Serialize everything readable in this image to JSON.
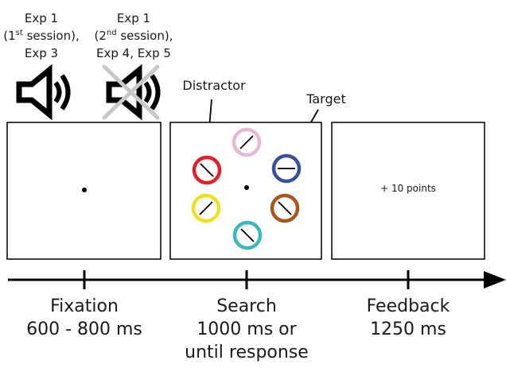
{
  "conditions": {
    "left": {
      "line1": "Exp 1",
      "line2_pre": "(1",
      "line2_sup": "st",
      "line2_post": " session),",
      "line3": "Exp 3",
      "icon": "speaker-on-icon"
    },
    "right": {
      "line1": "Exp 1",
      "line2_pre": "(2",
      "line2_sup": "nd",
      "line2_post": " session),",
      "line3": "Exp 4, Exp 5",
      "icon": "speaker-muted-icon"
    }
  },
  "annotations": {
    "distractor": "Distractor",
    "target": "Target"
  },
  "feedback_text": "+ 10 points",
  "search_colors": {
    "pink": "#e6b8d2",
    "red": "#e0202a",
    "blue": "#3a4f9e",
    "yellow": "#f0e020",
    "brown": "#a8561e",
    "cyan": "#3ab8bc"
  },
  "phases": [
    {
      "name": "Fixation",
      "duration": "600 - 800 ms",
      "duration2": ""
    },
    {
      "name": "Search",
      "duration": "1000 ms or",
      "duration2": "until response"
    },
    {
      "name": "Feedback",
      "duration": "1250 ms",
      "duration2": ""
    }
  ]
}
